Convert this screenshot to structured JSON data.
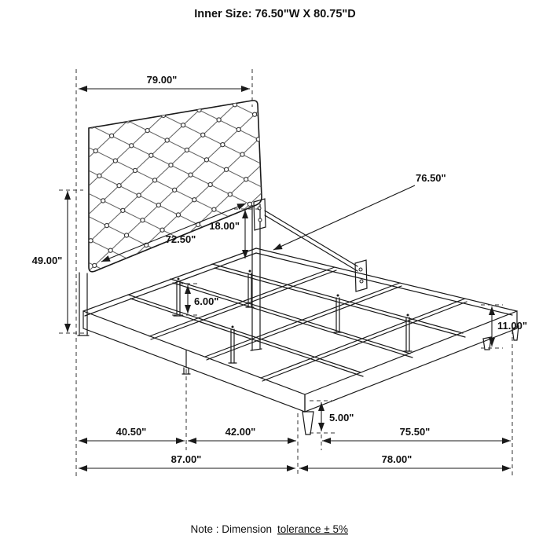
{
  "title": "Inner Size: 76.50\"W X 80.75\"D",
  "dims": {
    "headboard_width": "79.00\"",
    "headboard_height": "49.00\"",
    "headboard_inner_width": "72.50\"",
    "headboard_to_rail": "18.00\"",
    "rail_length": "76.50\"",
    "center_leg_height": "6.00\"",
    "foot_leg_height": "11.00\"",
    "front_leg_height": "5.00\"",
    "base_section_left": "40.50\"",
    "base_section_mid": "42.00\"",
    "foot_width": "75.50\"",
    "overall_width": "87.00\"",
    "overall_depth": "78.00\""
  },
  "note": {
    "part1": "Note : Dimension",
    "part2": "tolerance ± 5%"
  }
}
